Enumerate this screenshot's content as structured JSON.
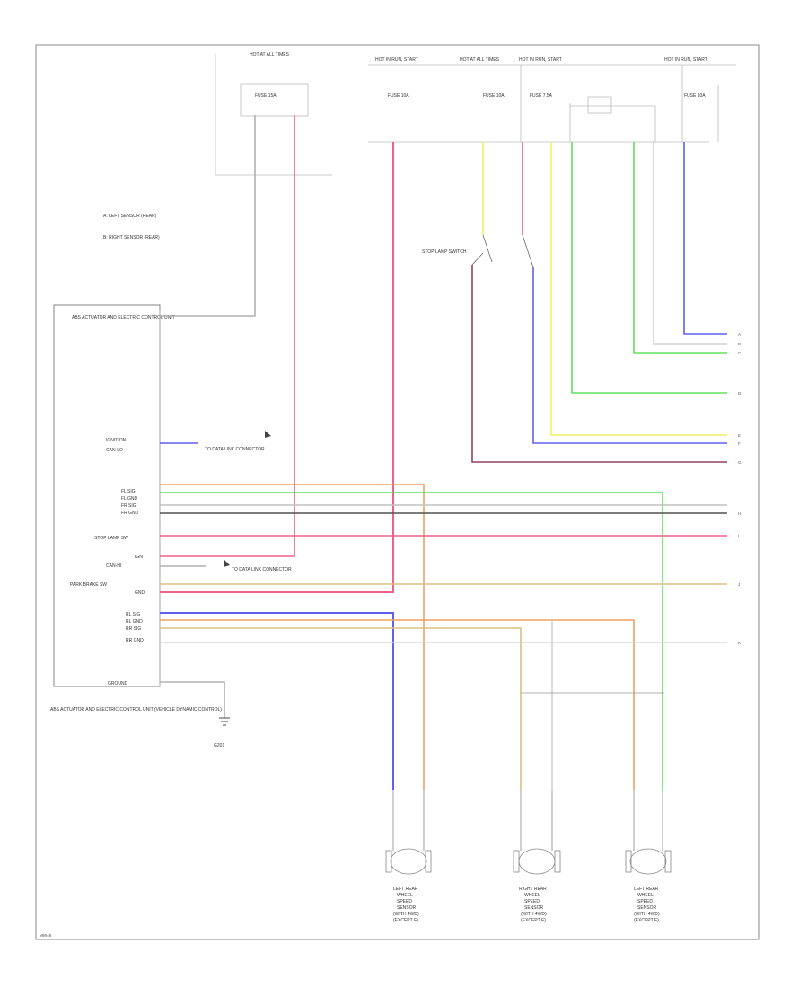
{
  "diagram": {
    "top_labels": [
      {
        "key": "hot_at_all_times",
        "text": "HOT AT ALL TIMES"
      },
      {
        "key": "hot_in_run_1",
        "text": "HOT IN RUN, START"
      },
      {
        "key": "hot_at_all_times_2",
        "text": "HOT AT ALL TIMES"
      },
      {
        "key": "hot_in_run_2",
        "text": "HOT IN RUN, START"
      },
      {
        "key": "hot_in_run_3",
        "text": "HOT IN RUN, START"
      }
    ],
    "fuses": [
      {
        "key": "f1",
        "text": "FUSE 15A"
      },
      {
        "key": "f2",
        "text": "FUSE 10A"
      },
      {
        "key": "f3",
        "text": "FUSE 10A"
      },
      {
        "key": "f4",
        "text": "FUSE 7.5A"
      },
      {
        "key": "f5",
        "text": "FUSE 10A"
      }
    ],
    "legend": [
      "A: LEFT SENSOR (REAR)",
      "B: RIGHT SENSOR (REAR)"
    ],
    "abs_module": {
      "title": "ABS ACTUATOR AND ELECTRIC CONTROL UNIT",
      "caption": "ABS ACTUATOR AND ELECTRIC CONTROL UNIT (VEHICLE DYNAMIC CONTROL)",
      "side_labels": [
        "IGNITION",
        "CAN-LO",
        "FL SIG",
        "FL GND",
        "FR SIG",
        "FR GND",
        "STOP LAMP SW",
        "IGN",
        "CAN-HI",
        "PARK BRAKE SW",
        "GND",
        "RL SIG",
        "RL GND",
        "RR SIG",
        "RR GND"
      ],
      "ground_label": "GROUND"
    },
    "notes": {
      "to_data_link": "TO DATA LINK CONNECTOR",
      "to_data_link_2": "TO DATA LINK CONNECTOR",
      "stop_lamp_switch": "STOP LAMP SWITCH",
      "g_label": "G201"
    },
    "sensors": [
      {
        "key": "s1",
        "lines": [
          "LEFT REAR",
          "WHEEL",
          "SPEED",
          "SENSOR",
          "(WITH 4WD)",
          "(EXCEPT E)"
        ]
      },
      {
        "key": "s2",
        "lines": [
          "RIGHT REAR",
          "WHEEL",
          "SPEED",
          "SENSOR",
          "(WITH 4WD)",
          "(EXCEPT E)"
        ]
      },
      {
        "key": "s3",
        "lines": [
          "LEFT REAR",
          "WHEEL",
          "SPEED",
          "SENSOR",
          "(WITH 4WD)",
          "(EXCEPT E)"
        ]
      }
    ],
    "right_edge_refs": [
      "A",
      "B",
      "C",
      "D",
      "E",
      "F",
      "G",
      "H",
      "I",
      "J",
      "K"
    ],
    "footer_id": "W0046",
    "colors": {
      "red": "#f0608a",
      "yellow": "#f0f060",
      "green": "#60e060",
      "blue": "#6060f0",
      "orange": "#f0a060",
      "tan": "#d8c080",
      "gray": "#b0b0b0",
      "dark": "#505050",
      "maroon": "#904060"
    }
  }
}
